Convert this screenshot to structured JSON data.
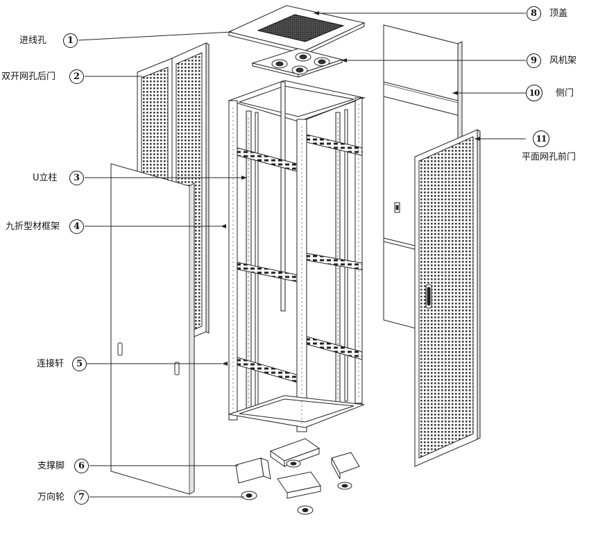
{
  "labels": [
    {
      "num": "1",
      "text": "进线孔"
    },
    {
      "num": "2",
      "text": "双开网孔后门"
    },
    {
      "num": "3",
      "text": "U立柱"
    },
    {
      "num": "4",
      "text": "九折型材框架"
    },
    {
      "num": "5",
      "text": "连接轩"
    },
    {
      "num": "6",
      "text": "支撑脚"
    },
    {
      "num": "7",
      "text": "万向轮"
    },
    {
      "num": "8",
      "text": "顶盖"
    },
    {
      "num": "9",
      "text": "风机架"
    },
    {
      "num": "10",
      "text": "侧门"
    },
    {
      "num": "11",
      "text": "平面网孔前门"
    }
  ]
}
